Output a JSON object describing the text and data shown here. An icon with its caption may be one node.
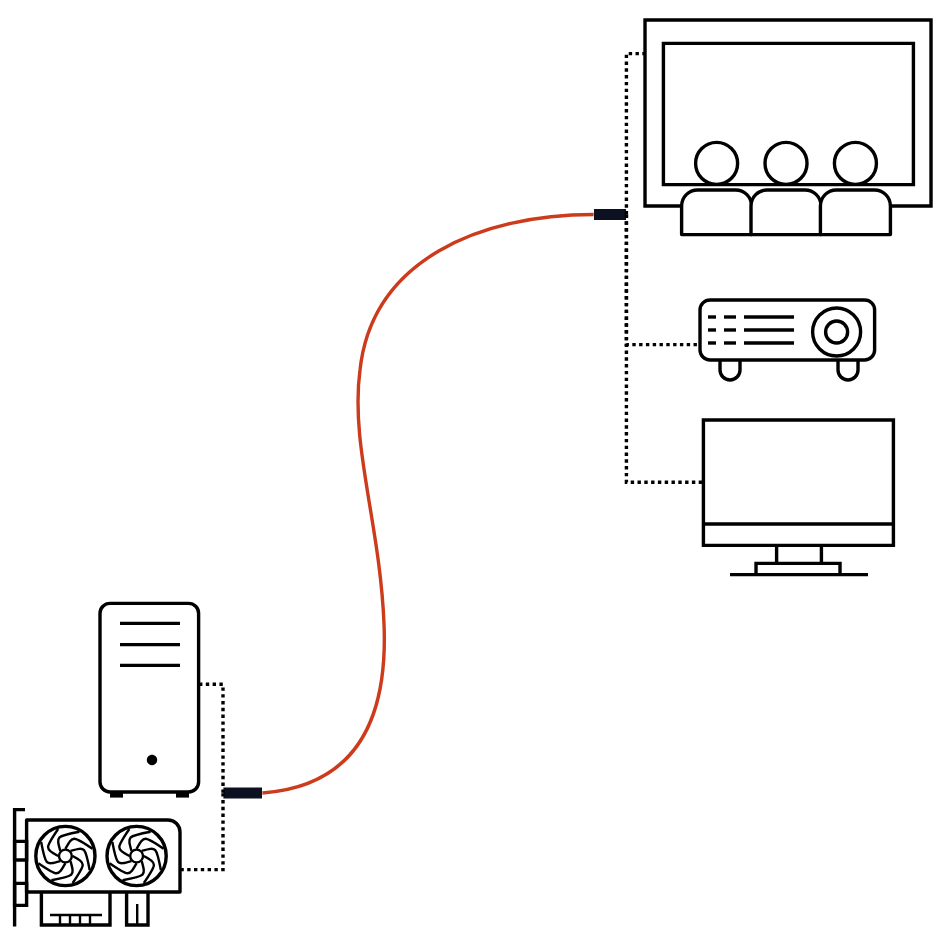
{
  "diagram": {
    "nodes": [
      {
        "text": [],
        "shape": "picture"
      },
      {
        "text": [],
        "shape": "bar"
      },
      {
        "text": [],
        "shape": "picture"
      },
      {
        "text": [],
        "shape": "picture"
      },
      {
        "text": [],
        "shape": "picture"
      },
      {
        "text": [],
        "shape": "bar"
      },
      {
        "text": [],
        "shape": "picture"
      }
    ],
    "edges": [
      {
        "from": 1,
        "to": 0,
        "arrow": "none",
        "style": "dashed"
      },
      {
        "from": 1,
        "to": 2,
        "arrow": "none",
        "style": "dashed"
      },
      {
        "from": 1,
        "to": 3,
        "arrow": "none",
        "style": "dashed"
      },
      {
        "from": 4,
        "to": 5,
        "arrow": "none",
        "style": "dashed"
      },
      {
        "from": 6,
        "to": 5,
        "arrow": "none",
        "style": "dashed"
      },
      {
        "from": 5,
        "to": 1,
        "arrow": "none",
        "color": "#cc3b1b"
      }
    ]
  }
}
